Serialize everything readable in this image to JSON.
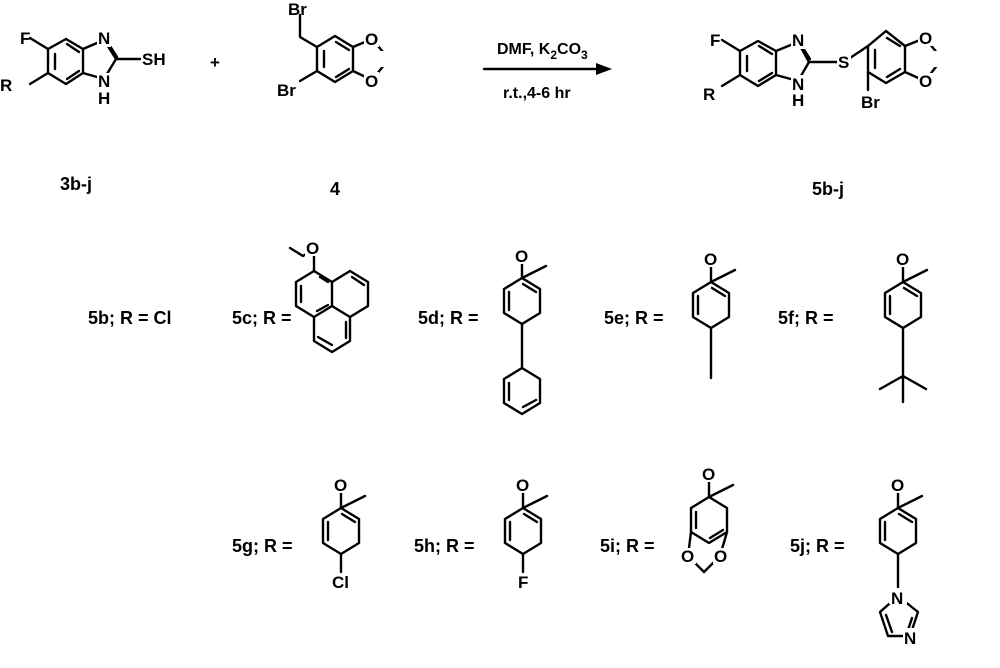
{
  "reaction": {
    "plus": "+",
    "conditions_top": "DMF, K",
    "conditions_k_sub": "2",
    "conditions_co": "CO",
    "conditions_co_sub": "3",
    "conditions_bottom": "r.t.,4-6 hr"
  },
  "atoms": {
    "F": "F",
    "R": "R",
    "N": "N",
    "H": "H",
    "SH": "SH",
    "S": "S",
    "Br": "Br",
    "O": "O",
    "Cl": "Cl"
  },
  "compounds": {
    "start": "3b-j",
    "reagent": "4",
    "product": "5b-j"
  },
  "substituents": [
    {
      "label": "5b; R = Cl"
    },
    {
      "label": "5c; R ="
    },
    {
      "label": "5d; R ="
    },
    {
      "label": "5e; R ="
    },
    {
      "label": "5f; R ="
    },
    {
      "label": "5g;  R ="
    },
    {
      "label": "5h; R ="
    },
    {
      "label": "5i; R ="
    },
    {
      "label": "5j; R ="
    }
  ]
}
